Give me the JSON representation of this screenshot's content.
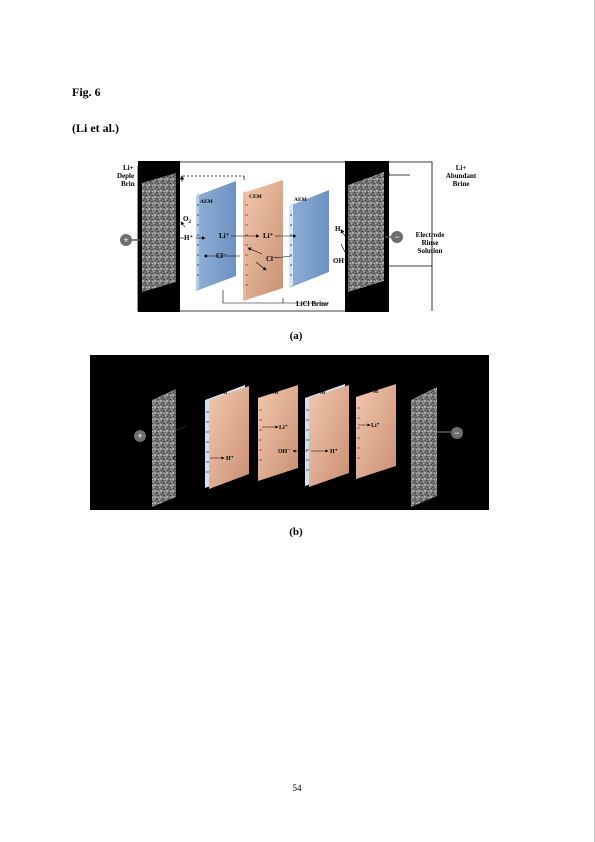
{
  "heading": {
    "fig": "Fig. 6",
    "authors": "(Li et al.)"
  },
  "panel_a": {
    "left_brine": [
      "Li+",
      "Deple",
      "Brin"
    ],
    "right_brine": [
      "Li+",
      "Abundant",
      "Brine"
    ],
    "rinse": [
      "Electrode",
      "Rinse",
      "Solution"
    ],
    "membranes": [
      "AEM",
      "CEM",
      "AEM"
    ],
    "o2": "O",
    "o2_sub": "2",
    "h_plus": "H⁺",
    "li_1": "Li⁺",
    "li_2": "Li⁺",
    "cl_1": "Cl⁻",
    "cl_2": "Cl⁻",
    "h2": "H",
    "h2_sub": "2",
    "oh": "OH⁻",
    "licl": "LiCl Brine",
    "plus": "+",
    "minus": "−",
    "caption": "(a)"
  },
  "panel_b": {
    "membranes": [
      "M",
      "M",
      "M",
      "M"
    ],
    "li_1": "Li⁺",
    "li_2": "Li⁺",
    "oh_1": "OH",
    "h_1": "H⁺",
    "oh_2": "OH⁻",
    "h_2": "H⁺",
    "plus": "+",
    "minus": "−",
    "caption": "(b)"
  },
  "page_number": "54"
}
